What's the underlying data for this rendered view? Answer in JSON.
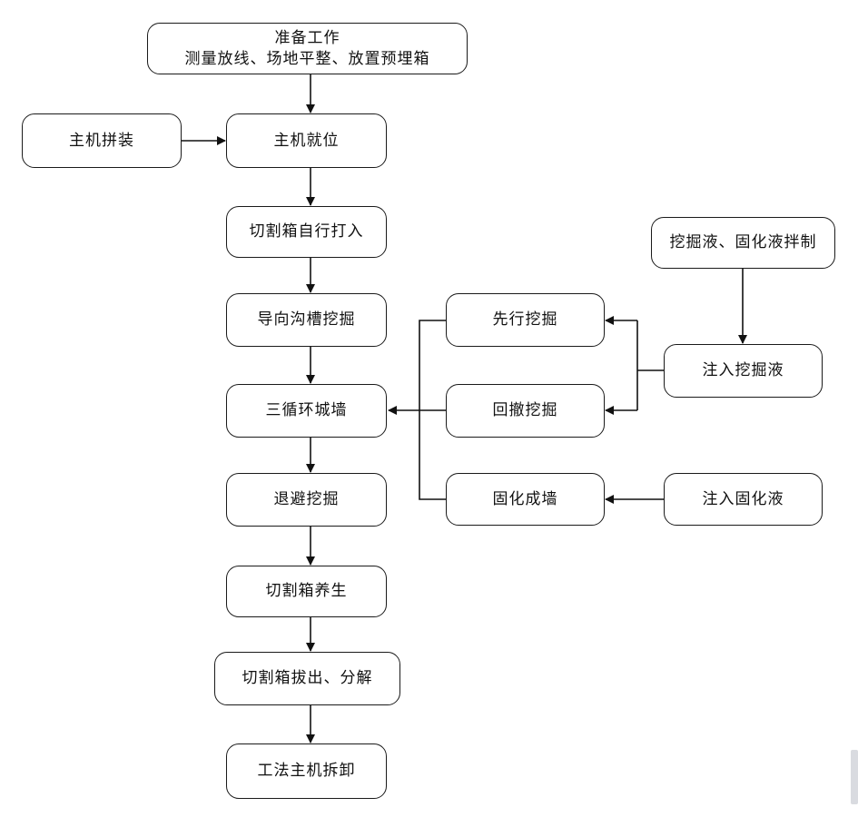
{
  "nodes": {
    "prep": {
      "title": "准备工作",
      "detail": "测量放线、场地平整、放置预埋箱"
    },
    "assemble": {
      "label": "主机拼装"
    },
    "position": {
      "label": "主机就位"
    },
    "self_drive": {
      "label": "切割箱自行打入"
    },
    "guide_trench": {
      "label": "导向沟槽挖掘"
    },
    "three_cycle": {
      "label": "三循环城墙"
    },
    "retreat": {
      "label": "退避挖掘"
    },
    "cure_box": {
      "label": "切割箱养生"
    },
    "extract": {
      "label": "切割箱拔出、分解"
    },
    "dismantle": {
      "label": "工法主机拆卸"
    },
    "prior_dig": {
      "label": "先行挖掘"
    },
    "back_dig": {
      "label": "回撤挖掘"
    },
    "solidify": {
      "label": "固化成墙"
    },
    "mix": {
      "label": "挖掘液、固化液拌制"
    },
    "inject_dig": {
      "label": "注入挖掘液"
    },
    "inject_solid": {
      "label": "注入固化液"
    }
  },
  "colors": {
    "stroke": "#111111",
    "fill": "#ffffff",
    "text": "#111111"
  }
}
